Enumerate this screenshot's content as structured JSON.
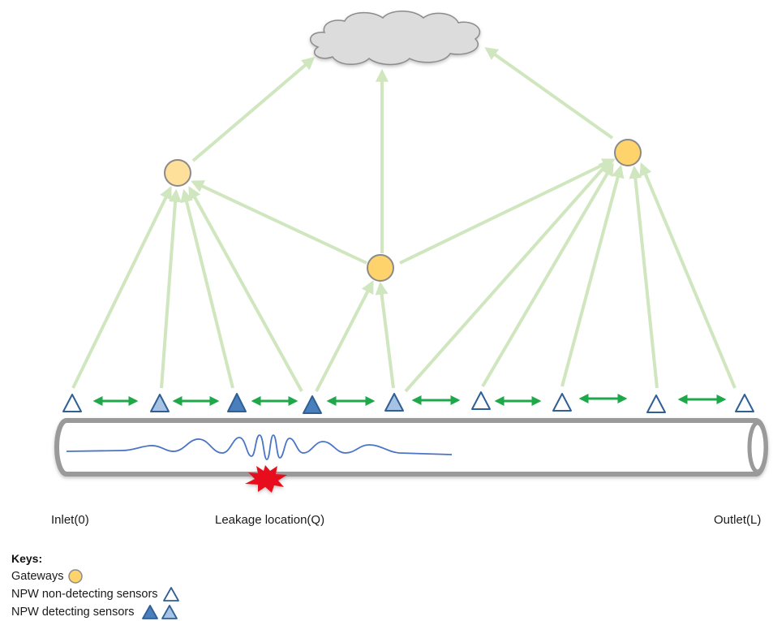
{
  "labels": {
    "inlet": "Inlet(0)",
    "leakage": "Leakage location(Q)",
    "outlet": "Outlet(L)"
  },
  "keys": {
    "title": "Keys:",
    "gateways": "Gateways",
    "non_detecting": "NPW non-detecting sensors",
    "detecting": "NPW detecting sensors"
  },
  "colors": {
    "uplink": "#cfe6bf",
    "sensor_link": "#1fa84a",
    "gateway_fill": "#ffd36b",
    "gateway_stroke": "#8a8a8a",
    "sensor_stroke": "#2f5f95",
    "detect_dark": "#4a7fbd",
    "detect_light": "#a6c3e3",
    "wave": "#4a74c6",
    "leak": "#e8101a",
    "cloud": "#dcdcdc"
  },
  "sensors": [
    {
      "type": "non-detecting"
    },
    {
      "type": "detecting-light"
    },
    {
      "type": "detecting-dark"
    },
    {
      "type": "detecting-dark"
    },
    {
      "type": "detecting-light"
    },
    {
      "type": "non-detecting"
    },
    {
      "type": "non-detecting"
    },
    {
      "type": "non-detecting"
    },
    {
      "type": "non-detecting"
    }
  ],
  "gateways": [
    {
      "name": "left"
    },
    {
      "name": "center"
    },
    {
      "name": "right"
    }
  ]
}
